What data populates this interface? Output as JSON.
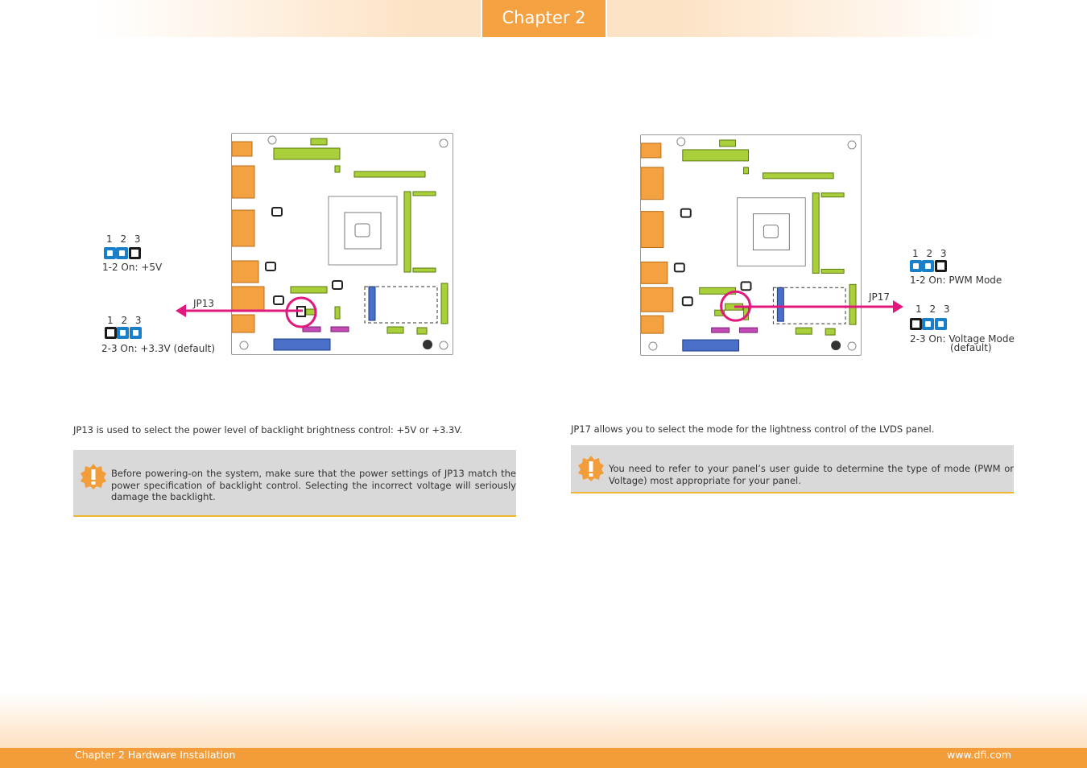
{
  "header": {
    "chapter_tab": "Chapter 2"
  },
  "left_figure": {
    "connector_label": "JP13",
    "jumper_top": {
      "pins": "1 2 3",
      "setting": "1-2 On: +5V",
      "closed": "1-2"
    },
    "jumper_bottom": {
      "pins": "1 2 3",
      "setting": "2-3 On: +3.3V (default)",
      "closed": "2-3"
    }
  },
  "right_figure": {
    "connector_label": "JP17",
    "jumper_top": {
      "pins": "1 2 3",
      "setting": "1-2 On: PWM Mode",
      "closed": "1-2"
    },
    "jumper_bottom": {
      "pins": "1 2 3",
      "setting_line1": "2-3 On: Voltage Mode",
      "setting_line2": "(default)",
      "closed": "2-3"
    }
  },
  "left_text": {
    "description": "JP13 is used to select the power level of backlight brightness control: +5V or +3.3V.",
    "note": "Before powering-on the system, make sure that the power settings of JP13 match the power specification of backlight control. Selecting the incorrect voltage will seriously damage the backlight."
  },
  "right_text": {
    "description": "JP17 allows you to select the mode for the lightness control of the LVDS panel.",
    "note": "You need to refer to your panel’s user guide to determine the type of mode (PWM or Voltage) most appropriate for your panel."
  },
  "footer": {
    "left": "Chapter 2 Hardware Installation",
    "right": "www.dfi.com"
  },
  "colors": {
    "orange": "#f4a142",
    "jumper_blue": "#1a7fc9",
    "jumper_black": "#1a1a1a",
    "arrow_magenta": "#e0197d",
    "board_green": "#a9cf3a",
    "note_gray": "#d9d9d9",
    "note_rule": "#f0b630"
  },
  "icons": {
    "warning": "exclamation-warning-icon"
  }
}
